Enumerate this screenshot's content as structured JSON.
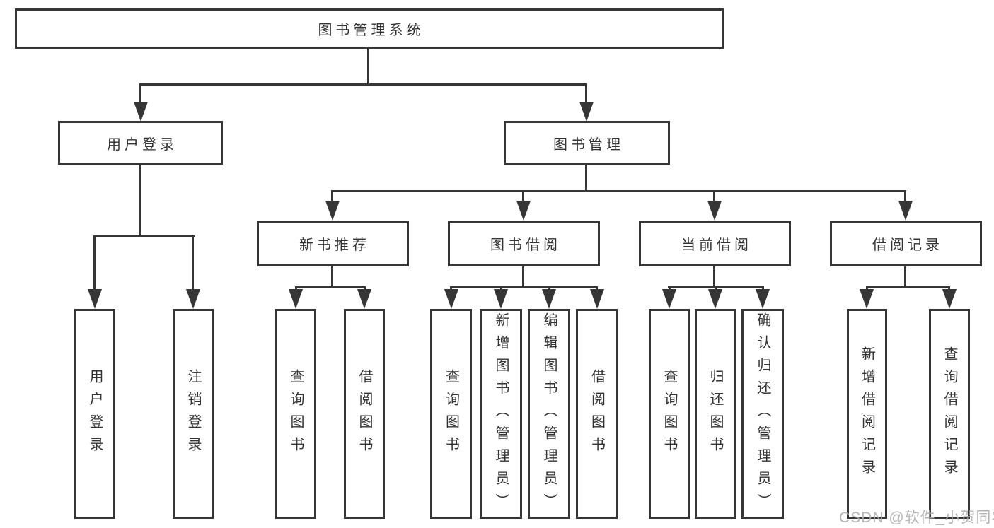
{
  "nodes": {
    "root": "图书管理系统",
    "user_login": "用户登录",
    "book_management": "图书管理",
    "new_book_recommend": "新书推荐",
    "book_borrowing": "图书借阅",
    "current_borrowing": "当前借阅",
    "borrowing_records": "借阅记录",
    "leaf_user_login": "用户登录",
    "leaf_logout": "注销登录",
    "leaf_recommend_query_book": "查询图书",
    "leaf_recommend_borrow_book": "借阅图书",
    "leaf_borrow_query_book": "查询图书",
    "leaf_borrow_add_book": "新增图书（管理员）",
    "leaf_borrow_edit_book": "编辑图书（管理员）",
    "leaf_borrow_borrow_book": "借阅图书",
    "leaf_current_query_book": "查询图书",
    "leaf_current_return_book": "归还图书",
    "leaf_current_confirm_return": "确认归还（管理员）",
    "leaf_records_add_record": "新增借阅记录",
    "leaf_records_query_record": "查询借阅记录"
  },
  "watermark": "CSDN @软件_小贺同学",
  "colors": {
    "line": "#363636",
    "text": "#333333",
    "watermark": "#aeabab",
    "background": "#ffffff"
  }
}
